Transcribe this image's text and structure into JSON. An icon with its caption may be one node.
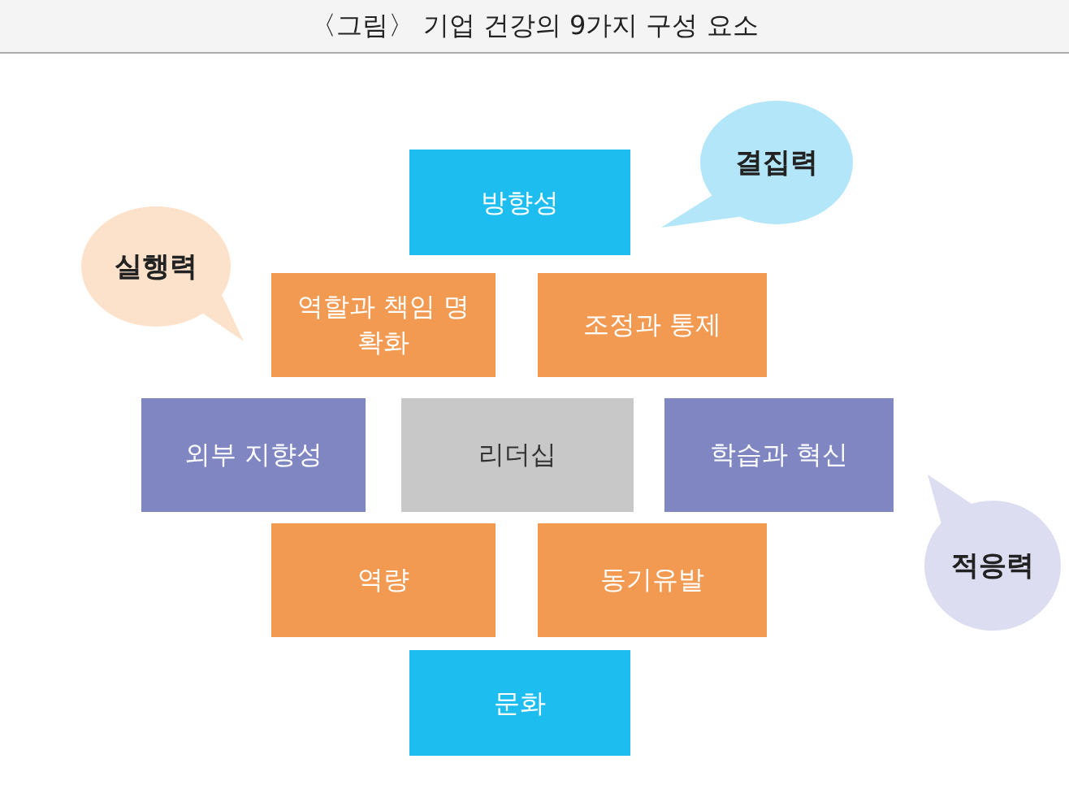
{
  "diagram": {
    "title": "〈그림〉 기업 건강의 9가지 구성 요소",
    "nodes": [
      {
        "text": [
          "방향성"
        ]
      },
      {
        "text": [
          "결집력"
        ]
      },
      {
        "text": [
          "실행력"
        ]
      },
      {
        "text": [
          "역할과 책임 명확화"
        ]
      },
      {
        "text": [
          "조정과 통제"
        ]
      },
      {
        "text": [
          "외부 지향성"
        ]
      },
      {
        "text": [
          "리더십"
        ]
      },
      {
        "text": [
          "학습과 혁신"
        ]
      },
      {
        "text": [
          "역량"
        ]
      },
      {
        "text": [
          "동기유발"
        ]
      },
      {
        "text": [
          "적응력"
        ]
      },
      {
        "text": [
          "문화"
        ]
      }
    ]
  }
}
